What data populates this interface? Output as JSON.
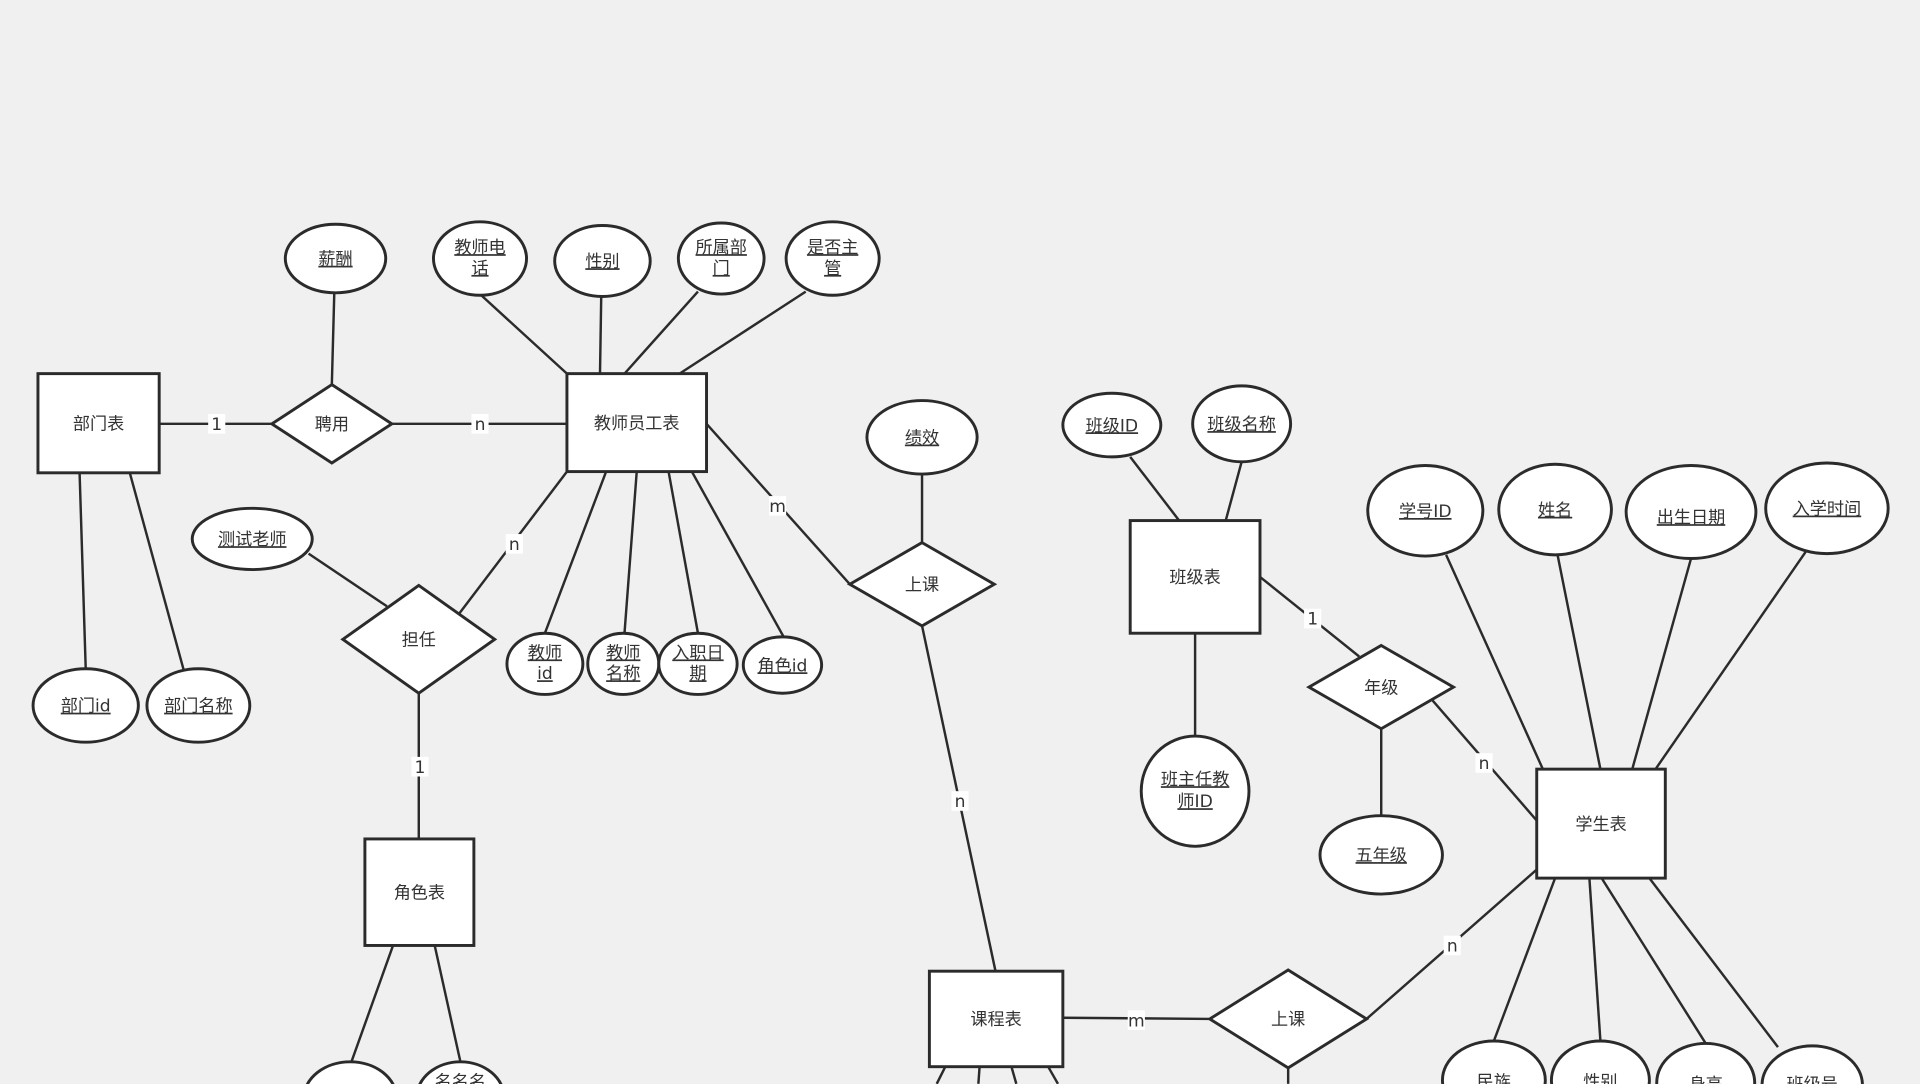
{
  "entities": {
    "dept": "部门表",
    "teacher": "教师员工表",
    "role": "角色表",
    "class": "班级表",
    "student": "学生表",
    "course": "课程表"
  },
  "relations": {
    "hire": "聘用",
    "serve": "担任",
    "teach1": "上课",
    "grade": "年级",
    "teach2": "上课"
  },
  "attributes": {
    "salary": "薪酬",
    "t_phone": [
      "教师电",
      "话"
    ],
    "t_gender": "性别",
    "t_dept": [
      "所属部",
      "门"
    ],
    "t_mgr": [
      "是否主",
      "管"
    ],
    "perf": "绩效",
    "test_teacher": "测试老师",
    "dept_id": "部门id",
    "dept_name": "部门名称",
    "t_id": [
      "教师",
      "id"
    ],
    "t_name": [
      "教师",
      "名称"
    ],
    "t_date": [
      "入职日",
      "期"
    ],
    "role_id": "角色id",
    "class_id": "班级ID",
    "class_name": "班级名称",
    "head_teacher": [
      "班主任教",
      "师ID"
    ],
    "grade5": "五年级",
    "s_id": "学号ID",
    "s_name": "姓名",
    "s_birth": "出生日期",
    "s_enroll": "入学时间",
    "s_nation": "民族",
    "s_gender": "性别",
    "s_height": "身高",
    "s_class": "班级号",
    "role_attr2": "名名名"
  },
  "cardinality": {
    "hire_dept": "1",
    "hire_teacher": "n",
    "serve_teacher": "n",
    "serve_role": "1",
    "teach_teacher": "m",
    "teach_course": "n",
    "grade_class": "1",
    "grade_student": "n",
    "teach2_course": "m",
    "teach2_student": "n"
  }
}
